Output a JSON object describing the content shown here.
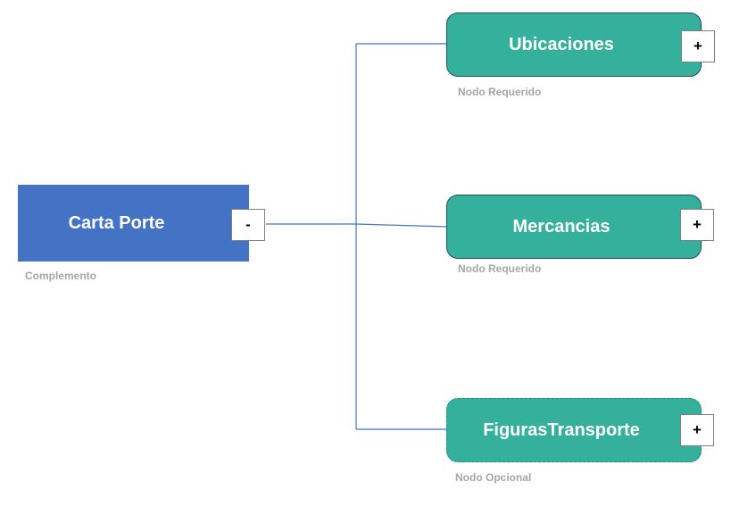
{
  "root": {
    "label": "Carta Porte",
    "caption": "Complemento",
    "toggle": "-",
    "color": "#4472c4"
  },
  "children": [
    {
      "label": "Ubicaciones",
      "caption": "Nodo Requerido",
      "toggle": "+",
      "required": true
    },
    {
      "label": "Mercancias",
      "caption": "Nodo Requerido",
      "toggle": "+",
      "required": true
    },
    {
      "label": "FigurasTransporte",
      "caption": "Nodo Opcional",
      "toggle": "+",
      "required": false
    }
  ],
  "colors": {
    "child_fill": "#35b09c",
    "connector": "#4472c4",
    "caption": "#a6a6a6"
  }
}
